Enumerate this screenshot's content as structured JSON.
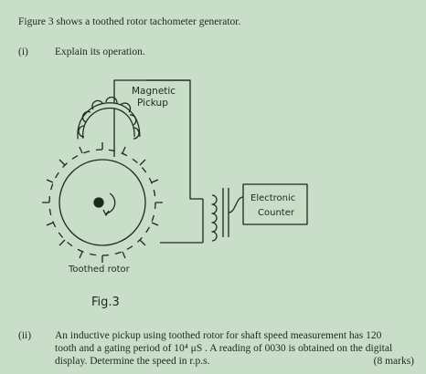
{
  "intro": "Figure 3 shows a toothed rotor tachometer generator.",
  "part1": {
    "number": "(i)",
    "text": "Explain its operation."
  },
  "figure": {
    "pickup_label_line1": "Magnetic",
    "pickup_label_line2": "Pickup",
    "counter_label_line1": "Electronic",
    "counter_label_line2": "Counter",
    "rotor_label": "Toothed rotor",
    "caption": "Fig.3"
  },
  "part2": {
    "number": "(ii)",
    "line1": "An inductive pickup using toothed rotor for shaft speed measurement has 120",
    "line2": "tooth and a gating period of 10⁴ μS . A reading of 0030 is obtained on the digital",
    "line3": "display. Determine the speed in r.p.s.",
    "marks": "(8 marks)"
  }
}
